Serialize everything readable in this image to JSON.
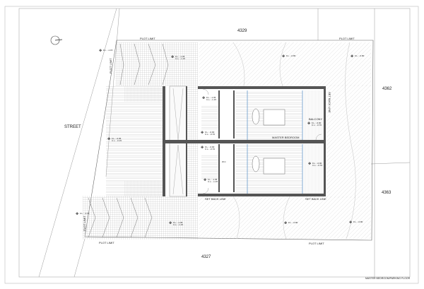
{
  "drawing_title": "MASTER BEDROOM/PARKING FLOOR",
  "street_label": "STREET",
  "lots": {
    "top": "4329",
    "bottom": "4327",
    "right_top": "4362",
    "right_bottom": "4363"
  },
  "plot_limit": "PLOT LIMIT",
  "set_back_line": "SET BACK LINE",
  "rooms": {
    "master_bedroom": "MASTER BEDROOM",
    "balcony": "BALCONY",
    "wc": "W.C"
  },
  "levels": {
    "street_top": "F.L.: -1.15",
    "parking_top": "F.L.: -1.05\nC.L.: -1.15",
    "parking_mid": "F.L.: -0.95\nC.L.: -0.15",
    "garden_top_1": "F.L.: -0.80",
    "garden_top_2": "F.L.: -0.80",
    "stair_top": "F.L.: -1.05\nC.L.: -1.15",
    "hall_1": "F.L.: -0.90\nC.L.: -0.70",
    "hall_2": "F.L.: -0.90\nC.L.: -0.70",
    "balcony_top": "F.L.: -0.90\nC.L.: -0.70",
    "balcony_bottom": "F.L.: -0.90\nC.L.: -0.70",
    "stair_bottom": "F.L.: -1.05\nC.L.: -1.15",
    "street_bottom": "F.L.: -1.15",
    "parking_bottom": "F.L.: -1.05\nC.L.: -1.15",
    "garden_bottom_1": "F.L.: -0.80",
    "garden_bottom_2": "F.L.: -0.80"
  },
  "colors": {
    "line": "#333333",
    "wall": "#555555",
    "hatch": "#bbbbbb",
    "glass": "#6699cc"
  },
  "icons": {
    "north_arrow": "north-arrow-icon",
    "level_marker": "level-marker-icon"
  }
}
